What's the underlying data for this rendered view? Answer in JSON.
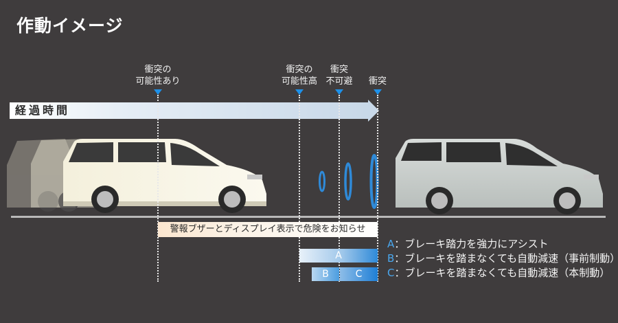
{
  "title": "作動イメージ",
  "elapsed_label": "経過時間",
  "markers": [
    {
      "line1": "衝突の",
      "line2": "可能性あり"
    },
    {
      "line1": "衝突の",
      "line2": "可能性高"
    },
    {
      "line1": "衝突",
      "line2": "不可避"
    },
    {
      "line1": "衝突",
      "line2": ""
    }
  ],
  "alert_label": "警報ブザーとディスプレイ表示で危険をお知らせ",
  "bars": {
    "a": "A",
    "b": "B",
    "c": "C"
  },
  "legend": [
    {
      "key": "A",
      "text": "：ブレーキ踏力を強力にアシスト"
    },
    {
      "key": "B",
      "text": "：ブレーキを踏まなくても自動減速（事前制動）"
    },
    {
      "key": "C",
      "text": "：ブレーキを踏まなくても自動減速（本制動）"
    }
  ],
  "colors": {
    "accent": "#1e90e8",
    "background": "#3f3c3d"
  }
}
